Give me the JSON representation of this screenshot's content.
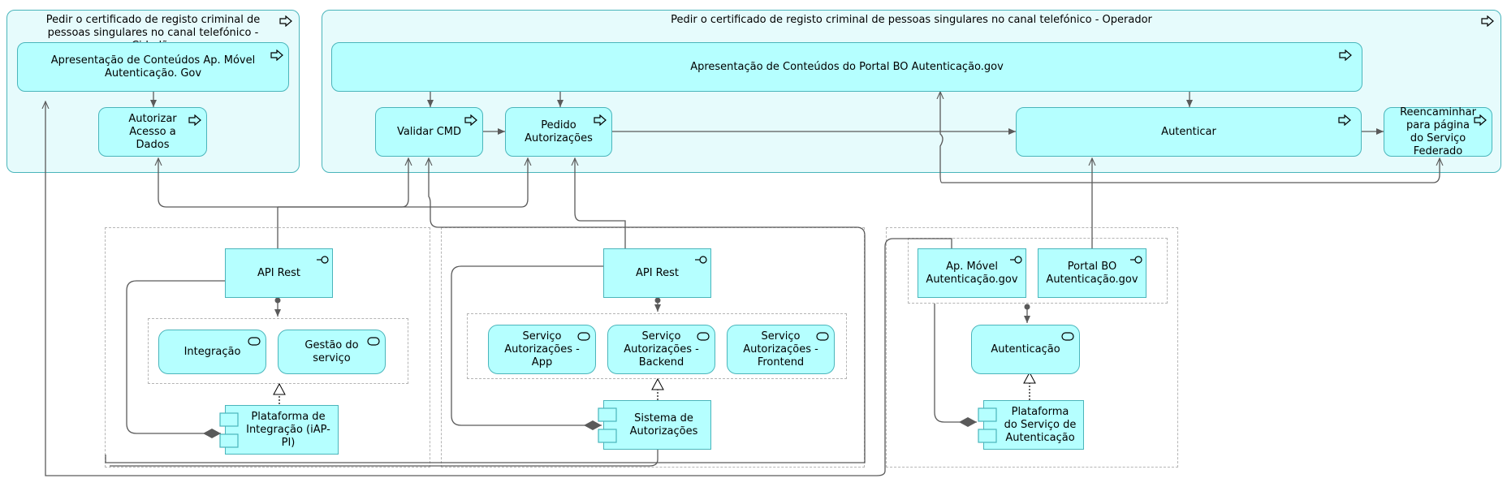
{
  "groups": {
    "cidadao": "Pedir o certificado de registo criminal de pessoas singulares no canal telefónico - Cidadão",
    "operador": "Pedir o certificado de registo criminal de pessoas singulares no canal telefónico - Operador"
  },
  "processes": {
    "apresentacao_movel": "Apresentação de Conteúdos Ap. Móvel Autenticação. Gov",
    "autorizar_acesso": "Autorizar Acesso a Dados",
    "apresentacao_portal": "Apresentação de Conteúdos do Portal BO Autenticação.gov",
    "validar_cmd": "Validar CMD",
    "pedido_autorizacoes": "Pedido Autorizações",
    "autenticar": "Autenticar",
    "reencaminhar": "Reencaminhar para página do Serviço Federado"
  },
  "interfaces": {
    "api_rest_1": "API Rest",
    "api_rest_2": "API Rest",
    "ap_movel": "Ap. Móvel Autenticação.gov",
    "portal_bo": "Portal BO Autenticação.gov"
  },
  "services": {
    "integracao": "Integração",
    "gestao_servico": "Gestão do serviço",
    "aut_app": "Serviço Autorizações - App",
    "aut_backend": "Serviço Autorizações - Backend",
    "aut_frontend": "Serviço Autorizações - Frontend",
    "autenticacao": "Autenticação"
  },
  "components": {
    "plataforma_integracao": "Plataforma de Integração (iAP-PI)",
    "sistema_autorizacoes": "Sistema de Autorizações",
    "plataforma_autenticacao": "Plataforma do Serviço de Autenticação"
  },
  "colors": {
    "element_fill": "#b5ffff",
    "group_fill": "#e6fbfc",
    "border": "#4ab5bb",
    "edge": "#5a5a5a",
    "dashed": "#b5b5b5"
  },
  "icons": {
    "process": "process-arrow-icon",
    "interface": "interface-lollipop-icon",
    "service": "service-pill-icon",
    "component": "component-icon"
  }
}
